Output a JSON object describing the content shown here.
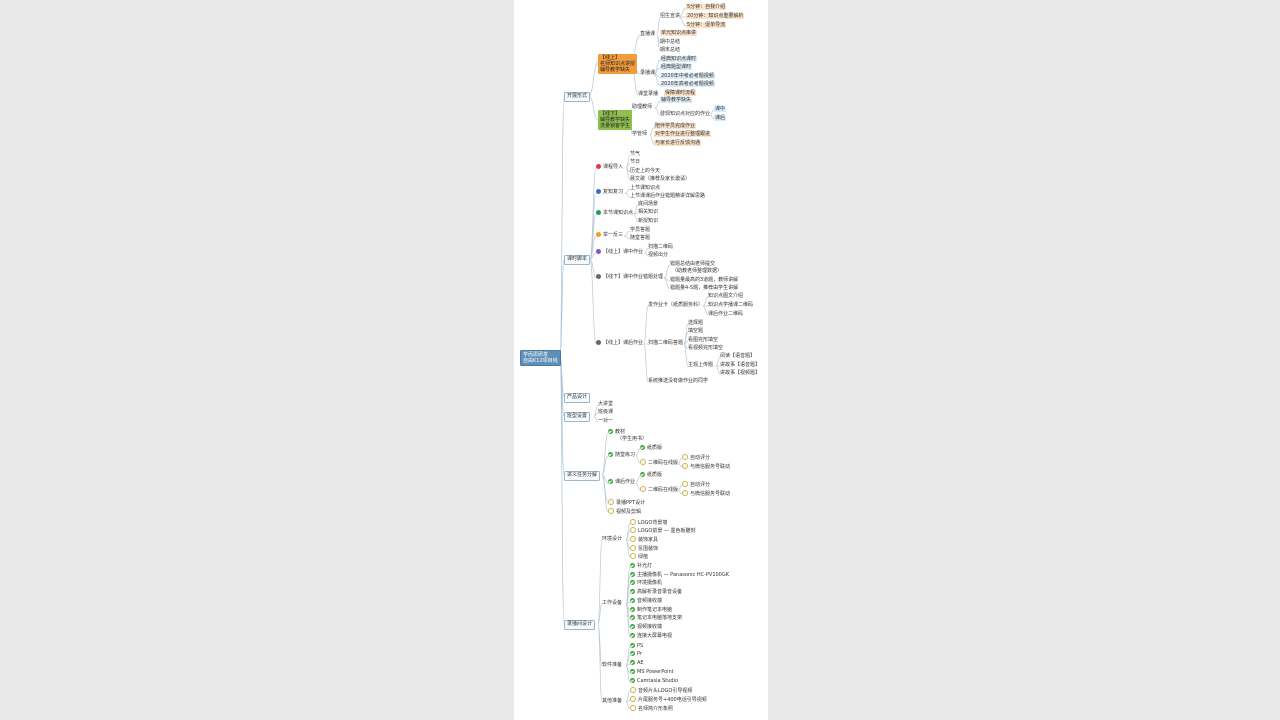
{
  "mindmap": {
    "root": [
      "学而思研发",
      "自由K12项目线"
    ],
    "branches": {
      "open_form": "开展形式",
      "online_box": [
        "【线上】",
        "名师知识点讲授",
        "辅导教学缺失"
      ],
      "offline_box": [
        "【线下】",
        "辅导教学缺失",
        "流量锁客学生"
      ],
      "recording": "直播课",
      "opening": "招生宣讲",
      "o1": "5分钟：自我介绍",
      "o2": "20分钟：知识点重要解析",
      "o3": "5分钟：促单导流",
      "r1": "单元知识点串讲",
      "r2": "期中总结",
      "r3": "期末总结",
      "replay": "录播课",
      "p1": "经典知识点课时",
      "p2": "经典题型课时",
      "p3": "2020年中考必考题视频",
      "p4": "2020年高考必考题视频",
      "lesson_fix": "课堂录播",
      "lesson_fix_note": "保障课时流程",
      "assistant": "助理教师",
      "a1": "辅导教学缺失",
      "a2": "發现知识点对应的作业",
      "a2a": "课中",
      "a2b": "课后",
      "student": "学管师",
      "s1": "陪伴学员完成作业",
      "s2": "对学生作业进行整理跟进",
      "s3": "与家长进行反馈沟通",
      "script": "课时脚本",
      "intro": "课程导入",
      "i1": "节气",
      "i2": "节日",
      "i3": "历史上的今天",
      "i4": "晨文歌（推荐及家长邀请）",
      "review": "复知复习",
      "rv1": "上节课知识点",
      "rv2": "上节课课后作业错题精讲详解思路",
      "this_lesson": "本节课知识点",
      "t1": "底间场景",
      "t2": "相关知识",
      "t3": "新授知识",
      "one_three": "举一反三",
      "ot1": "学员答题",
      "ot2": "随堂答题",
      "inclass_hw": "【线上】课中作业",
      "ih1": "扫描二维码",
      "ih2": "视频出分",
      "offline_hw": "【线下】课中作业错题处理",
      "oh1": "错题总结由老师提交",
      "oh1b": "（助教老师整理数据）",
      "oh2": "错题量最高的3道题，教师讲解",
      "oh3": "错题量4-5题，推荐由学生讲解",
      "after_hw": "【线上】课后作业",
      "ah1": "发作业卡（纸质服务科）",
      "ah1a": "知识点图文介绍",
      "ah1b": "知识点学播课二维码",
      "ah1c": "课后作业二维码",
      "ah2": "扫描二维码答题",
      "q1": "选择题",
      "q2": "填空题",
      "q3": "看图完形填空",
      "q4": "看视频完形填空",
      "q5": "主观上传题",
      "q5a": "阅读【语音题】",
      "q5b": "讲故事【语音题】",
      "q5c": "讲故事【视频题】",
      "ah3": "系统推送没有做作业的同学",
      "product": "产品设计",
      "classtype": "班型设置",
      "c1": "大讲堂",
      "c2": "班级课",
      "c3": "一对一",
      "lecture": "讲义任务分解",
      "l1": "教材",
      "l1b": "（学生用书）",
      "l2": "随堂练习",
      "l2a": "纸质版",
      "l2b": "二维码在线版",
      "l2b1": "自动评分",
      "l2b2": "与微信服务号联动",
      "l3": "课后作业",
      "l3a": "纸质版",
      "l3b": "二维码在线版",
      "l3b1": "自动评分",
      "l3b2": "与微信服务号联动",
      "l4": "录播PPT设计",
      "l5": "视频及剪辑",
      "rec_design": "录播间设计",
      "env": "环境设计",
      "e1": "LOGO背景墙",
      "e2": "LOGO前景 — 墨色板雕刻",
      "e3": "装饰家具",
      "e4": "氛围装饰",
      "e5": "绿植",
      "equip": "工作设备",
      "w1": "补光灯",
      "w2": "主播摄像机 — Panasonic HC-PV100GK",
      "w3": "环境摄像机",
      "w4": "高解析录音录音设备",
      "w5": "音频接收端",
      "w6": "制作笔记本电脑",
      "w7": "笔记本电脑落地支架",
      "w8": "视频接收端",
      "w9": "连接大屏幕电视",
      "software": "软件准备",
      "sw1": "PS",
      "sw2": "Pr",
      "sw3": "AE",
      "sw4": "MS PowerPoint",
      "sw5": "Camtasia Studio",
      "other": "其他准备",
      "ot_1": "音频片头LOGO引导视频",
      "ot_2": "片尾服务号+400电话引导视频",
      "ot_3": "名师简介形象照"
    }
  }
}
